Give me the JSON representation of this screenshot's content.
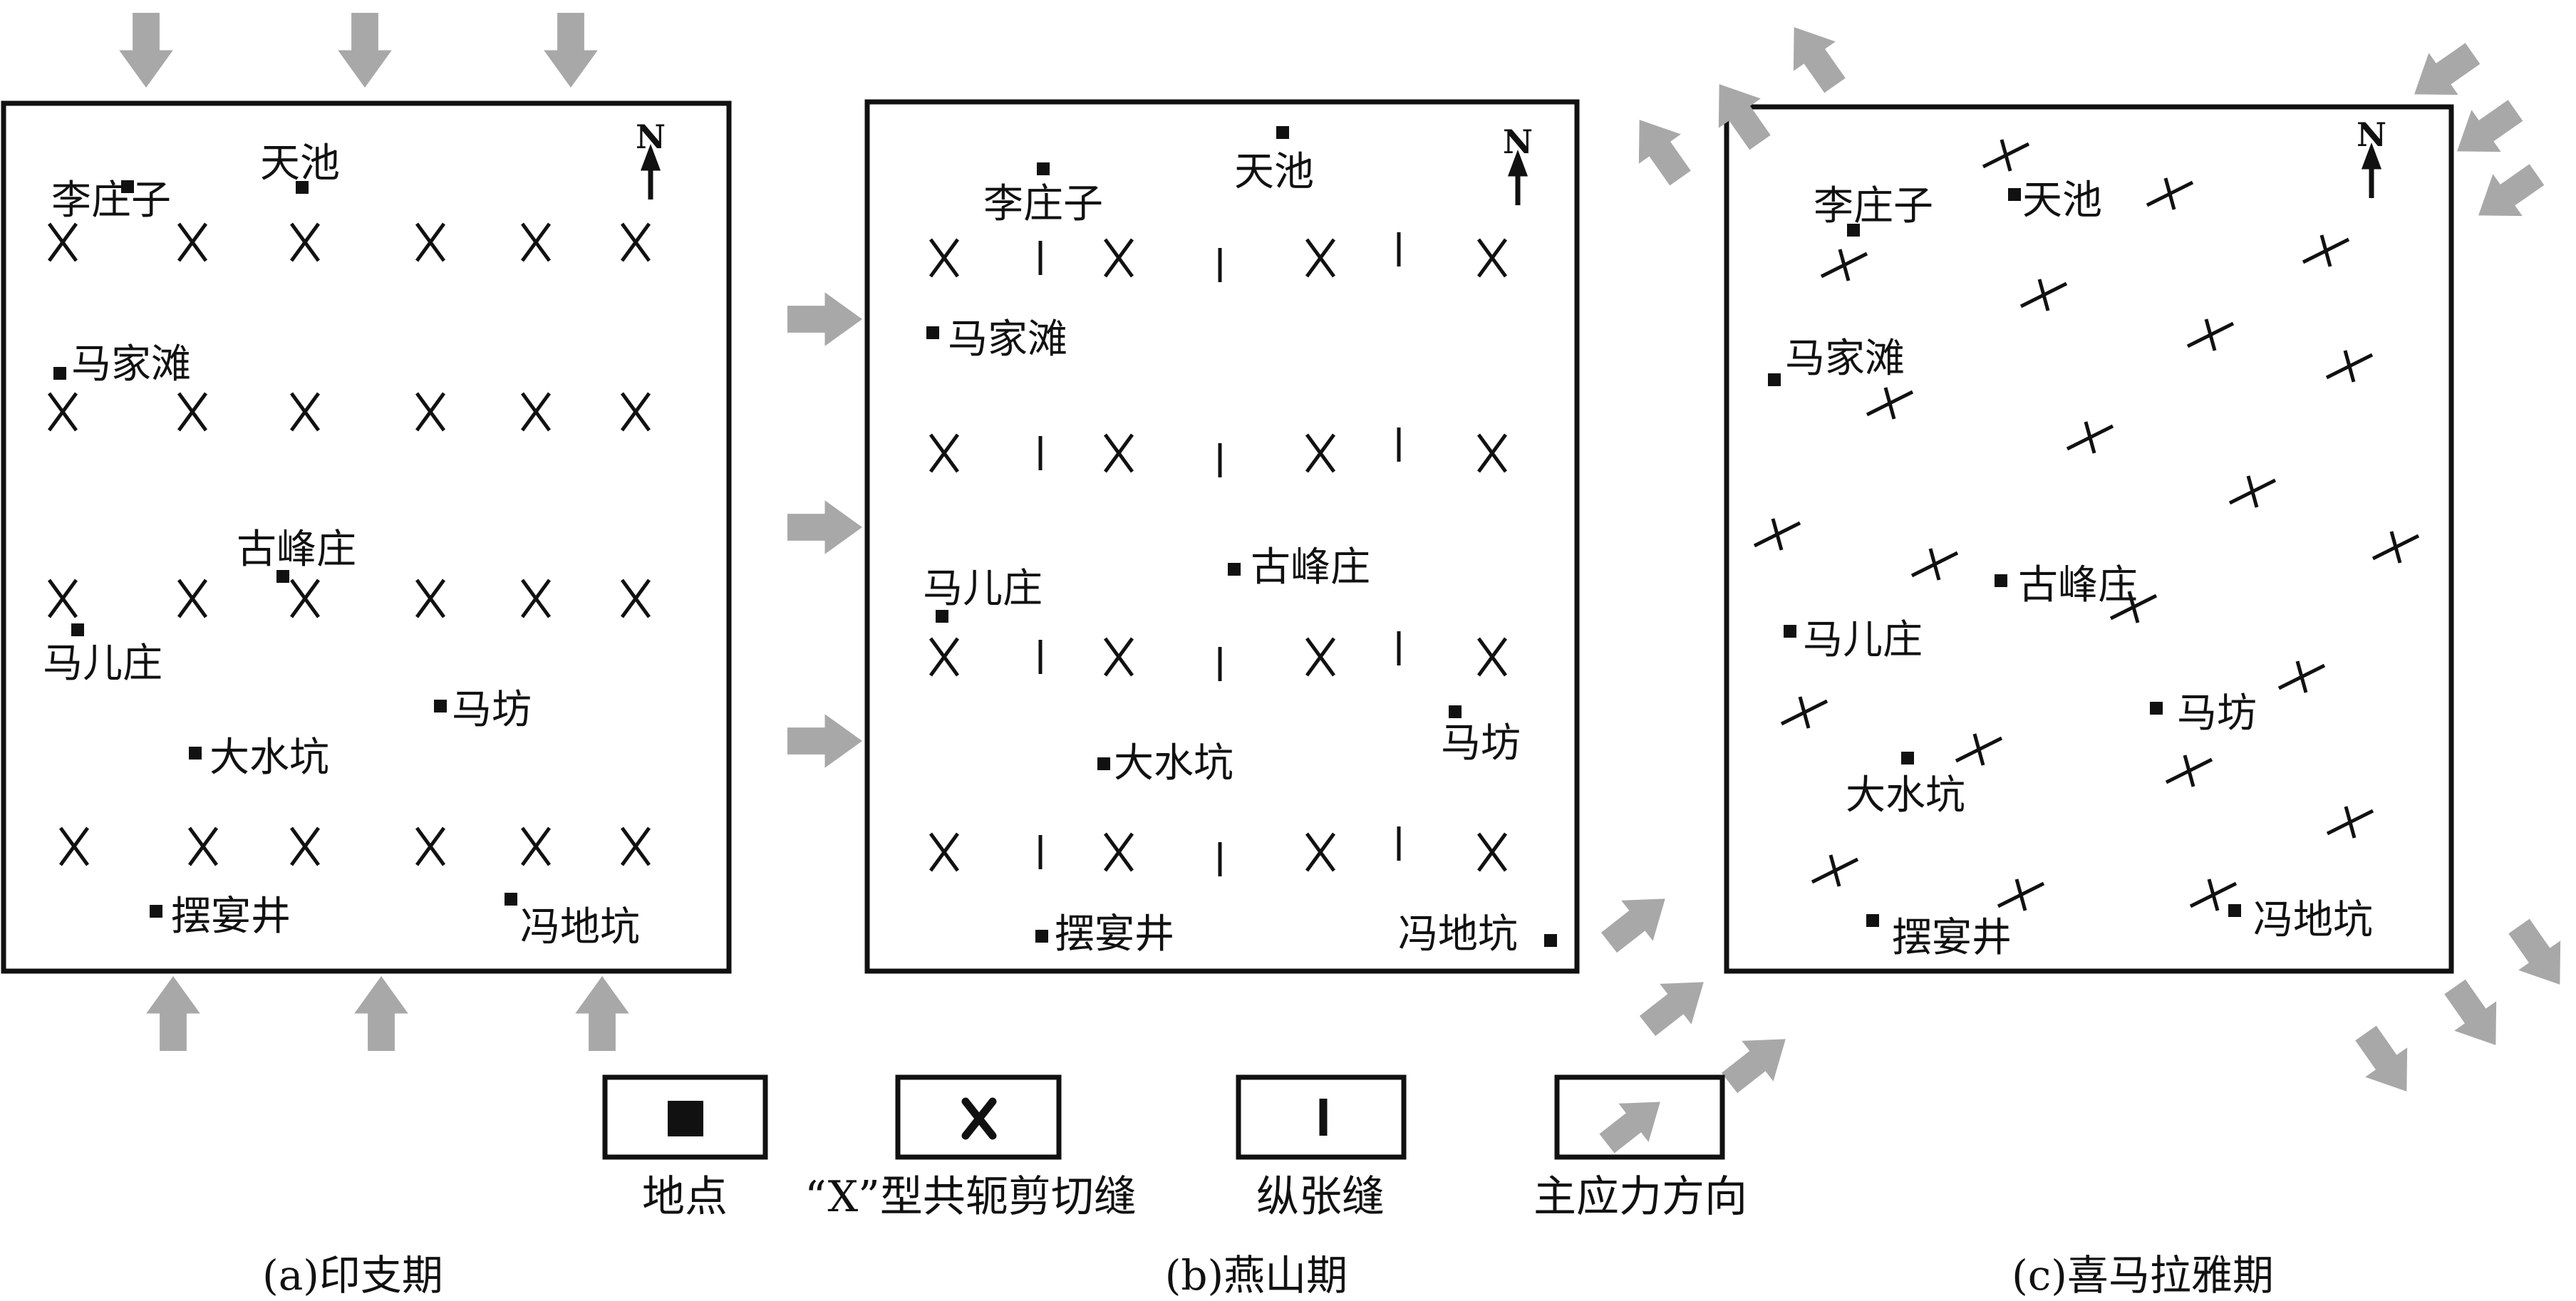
{
  "colors": {
    "ink": "#111111",
    "arrow": "#a8a8a8",
    "background": "#ffffff"
  },
  "north_label": "N",
  "panels": [
    {
      "id": "a",
      "caption": "(a)印支期",
      "places": [
        "李庄子",
        "天池",
        "马家滩",
        "古峰庄",
        "马儿庄",
        "马坊",
        "大水坑",
        "摆宴井",
        "冯地坑"
      ]
    },
    {
      "id": "b",
      "caption": "(b)燕山期",
      "places": [
        "李庄子",
        "天池",
        "马家滩",
        "古峰庄",
        "马儿庄",
        "马坊",
        "大水坑",
        "摆宴井",
        "冯地坑"
      ]
    },
    {
      "id": "c",
      "caption": "(c)喜马拉雅期",
      "places": [
        "李庄子",
        "天池",
        "马家滩",
        "古峰庄",
        "马儿庄",
        "马坊",
        "大水坑",
        "摆宴井",
        "冯地坑"
      ]
    }
  ],
  "legend": [
    {
      "symbol": "square-icon",
      "label": "地点"
    },
    {
      "symbol": "x-icon",
      "label": "“X”型共轭剪切缝"
    },
    {
      "symbol": "bar-icon",
      "label": "纵张缝"
    },
    {
      "symbol": "arrow-icon",
      "label": "主应力方向"
    }
  ]
}
